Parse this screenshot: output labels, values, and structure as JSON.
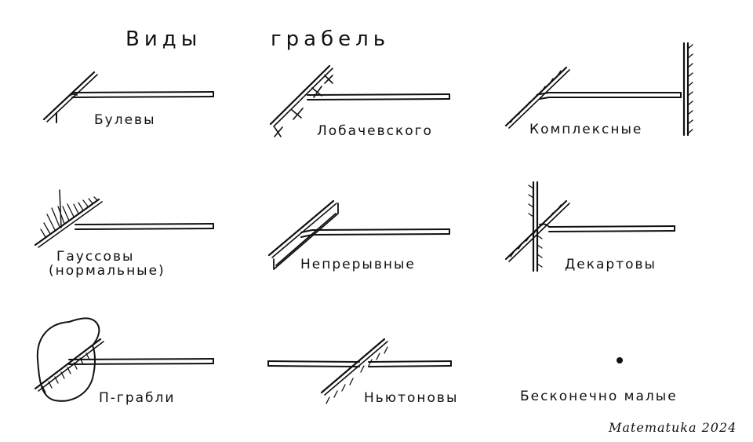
{
  "title": {
    "word1": "Виды",
    "word2": "грабель"
  },
  "rakes": [
    {
      "id": "boolean",
      "label": "Булевы"
    },
    {
      "id": "lobachevsky",
      "label": "Лобачевского"
    },
    {
      "id": "complex",
      "label": "Комплексные"
    },
    {
      "id": "gaussian",
      "label": "Гауссовы",
      "label_line2": "(нормальные)"
    },
    {
      "id": "continuous",
      "label": "Непрерывные"
    },
    {
      "id": "cartesian",
      "label": "Декартовы"
    },
    {
      "id": "pi",
      "label": "П-грабли"
    },
    {
      "id": "newtonian",
      "label": "Ньютоновы"
    },
    {
      "id": "infinitesimal",
      "label": "Бесконечно малые"
    }
  ],
  "signature": "Matematuka 2024",
  "colors": {
    "ink": "#111111",
    "paper": "#ffffff"
  }
}
